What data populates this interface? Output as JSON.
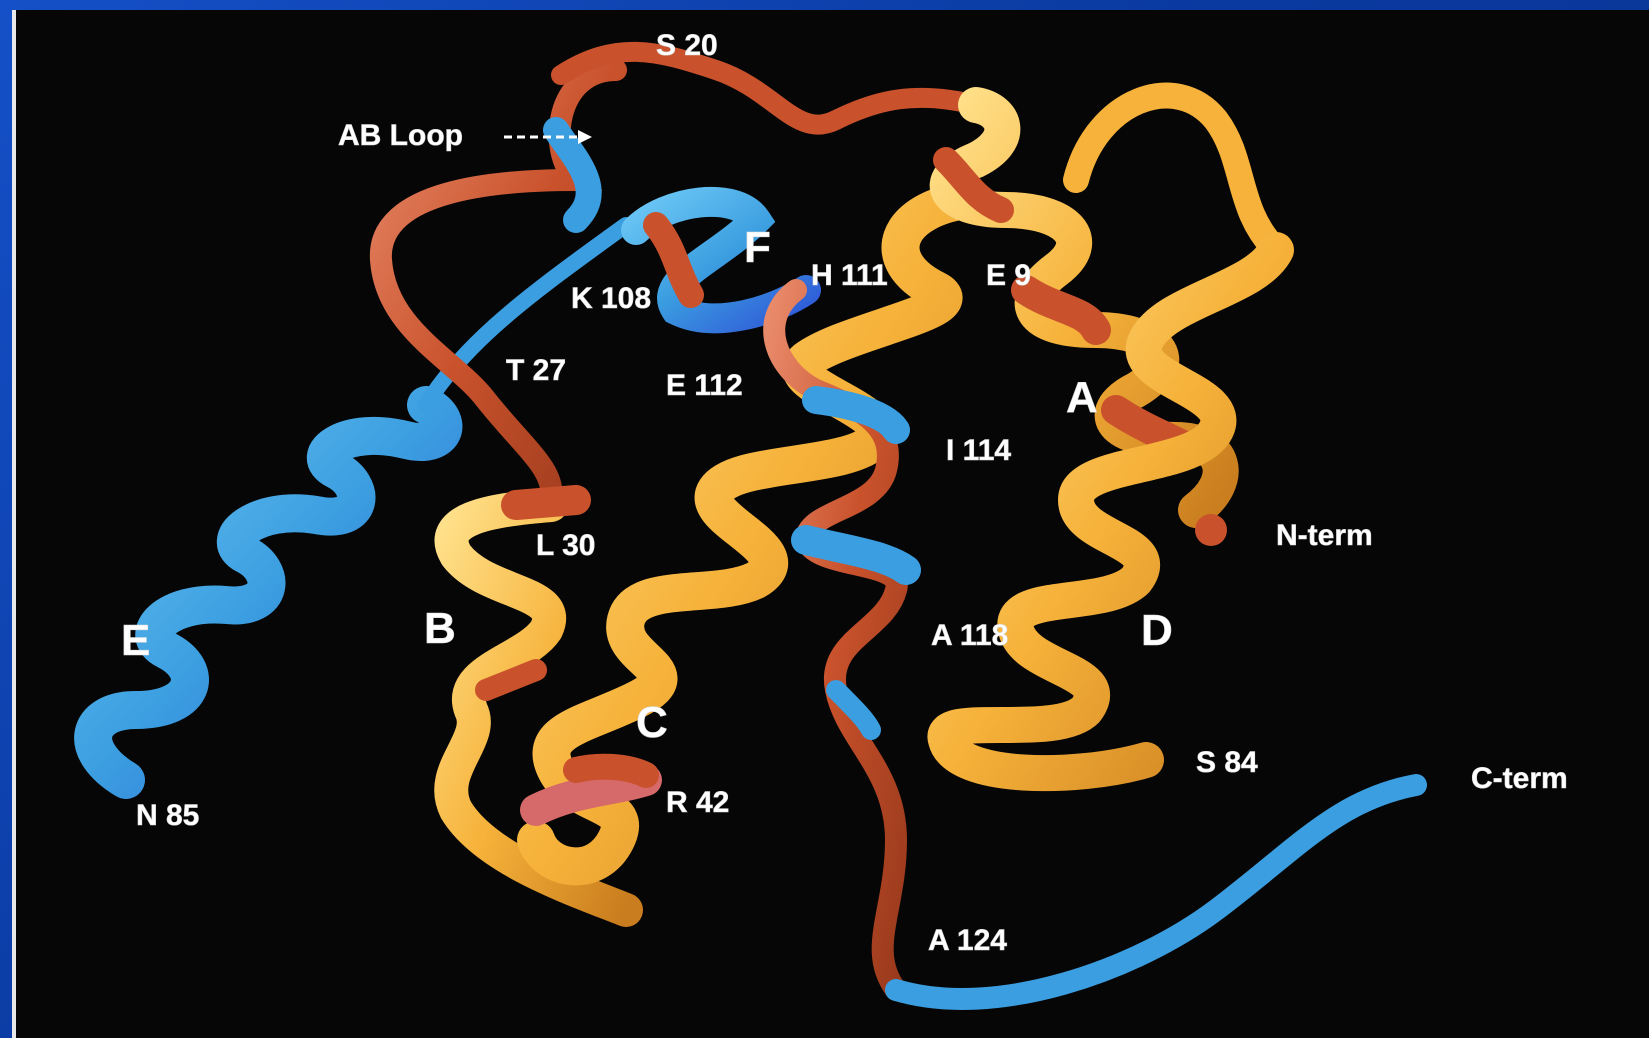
{
  "colors": {
    "background": "#060606",
    "slide_border": "#1550c8",
    "helix_orange": "#f6b23a",
    "helix_orange_light": "#ffd77a",
    "segment_red": "#c9522c",
    "segment_pink": "#e07a86",
    "segment_blue": "#3b9ee0",
    "segment_blue_dark": "#2f58d8"
  },
  "helices": {
    "A": "A",
    "B": "B",
    "C": "C",
    "D": "D",
    "E": "E",
    "F": "F"
  },
  "residues": {
    "s20": "S 20",
    "ab_loop": "AB Loop",
    "k108": "K 108",
    "h111": "H 111",
    "e9": "E 9",
    "t27": "T 27",
    "e112": "E 112",
    "i114": "I 114",
    "l30": "L 30",
    "n_term": "N-term",
    "a118": "A 118",
    "n85": "N 85",
    "s84": "S 84",
    "r42": "R 42",
    "c_term": "C-term",
    "a124": "A 124"
  },
  "icons": {
    "ab_loop_pointer": "arrow-right-icon"
  }
}
